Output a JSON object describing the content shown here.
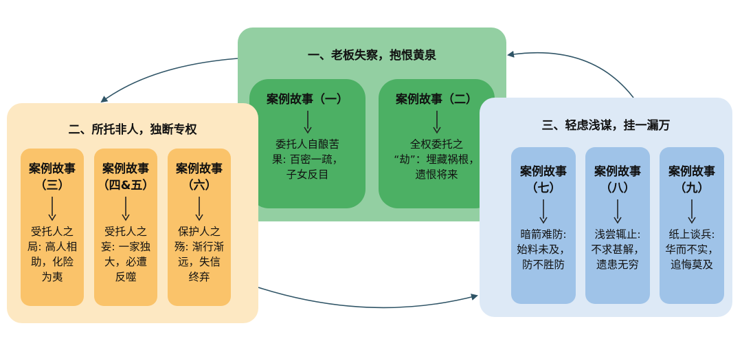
{
  "groups": [
    {
      "title": "一、老板失察，抱恨黄泉",
      "color": "#93cfa2",
      "cases": [
        {
          "title": "案例故事（一）",
          "desc_lines": [
            "委托人自酿苦",
            "果: 百密一疏，",
            "子女反目"
          ]
        },
        {
          "title": "案例故事（二）",
          "desc_lines": [
            "全权委托之",
            "“劫”：埋藏祸根，",
            "遗恨将来"
          ]
        }
      ]
    },
    {
      "title": "二、所托非人，独断专权",
      "color": "#fde8c2",
      "cases": [
        {
          "title_lines": [
            "案例故事",
            "（三）"
          ],
          "desc_lines": [
            "受托人之",
            "局: 高人相",
            "助，化险",
            "为夷"
          ]
        },
        {
          "title_lines": [
            "案例故事",
            "（四&五）"
          ],
          "desc_lines": [
            "受托人之",
            "妄: 一家独",
            "大，必遭",
            "反噬"
          ]
        },
        {
          "title_lines": [
            "案例故事",
            "（六）"
          ],
          "desc_lines": [
            "保护人之",
            "殇: 渐行渐",
            "远，失信",
            "终弃"
          ]
        }
      ]
    },
    {
      "title": "三、轻虑浅谋，挂一漏万",
      "color": "#dde9f6",
      "cases": [
        {
          "title_lines": [
            "案例故事",
            "（七）"
          ],
          "desc_lines": [
            "暗箭难防:",
            "始料未及，",
            "防不胜防"
          ]
        },
        {
          "title_lines": [
            "案例故事",
            "（八）"
          ],
          "desc_lines": [
            "浅尝辄止:",
            "不求甚解，",
            "遗患无穷"
          ]
        },
        {
          "title_lines": [
            "案例故事",
            "（九）"
          ],
          "desc_lines": [
            "纸上谈兵:",
            "华而不实，",
            "追悔莫及"
          ]
        }
      ]
    }
  ],
  "colors": {
    "arrow": "#2f5466",
    "case_green": "#4cb064",
    "case_orange": "#fac36a",
    "case_blue": "#9fc3e8"
  }
}
